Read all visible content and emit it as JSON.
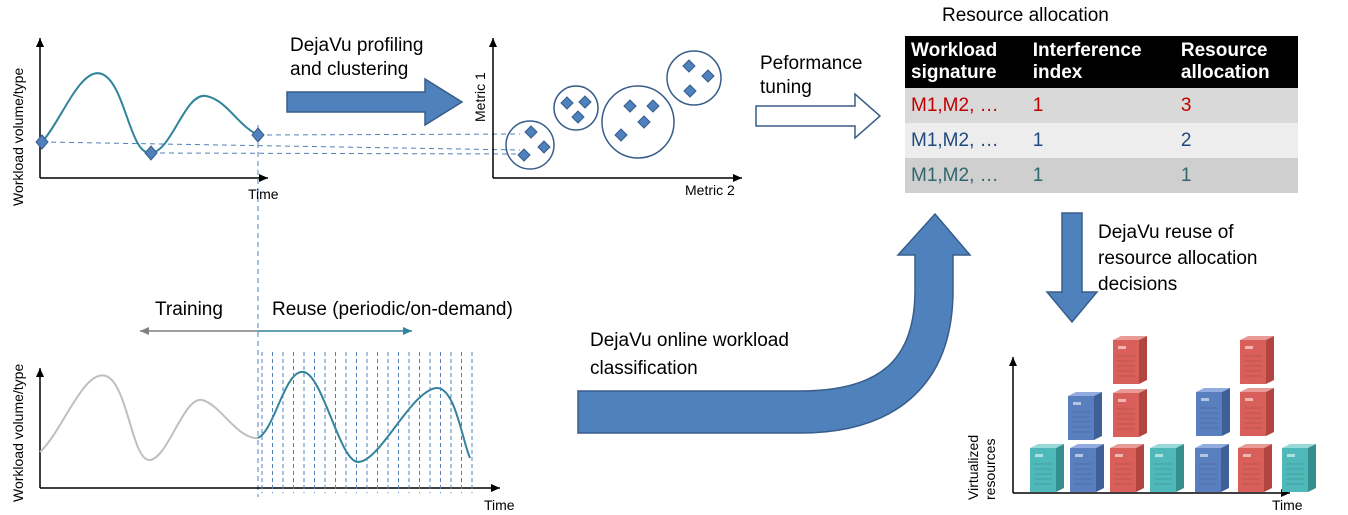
{
  "texts": {
    "profiling": [
      "DejaVu profiling",
      "and clustering"
    ],
    "tuning": [
      "Peformance",
      "tuning"
    ],
    "alloc_title": "Resource allocation",
    "reuse_decisions": [
      "DejaVu reuse of",
      "resource allocation",
      "decisions"
    ],
    "online_classification": [
      "DejaVu online workload",
      "classification"
    ],
    "training": "Training",
    "reuse": "Reuse (periodic/on-demand)",
    "ylabel_top": "Workload  volume/type",
    "ylabel_bottom": "Workload  volume/type",
    "time_top": "Time",
    "time_bottom": "Time",
    "time_resources": "Time",
    "metric1": "Metric 1",
    "metric2": "Metric 2",
    "virtualized": [
      "Virtualized",
      "resources"
    ]
  },
  "table": {
    "headers": [
      [
        "Workload",
        "signature"
      ],
      [
        "Interference",
        "index"
      ],
      [
        "Resource",
        "allocation"
      ]
    ],
    "rows": [
      [
        "M1,M2, …",
        "1",
        "3"
      ],
      [
        "M1,M2, …",
        "1",
        "2"
      ],
      [
        "M1,M2, …",
        "1",
        "1"
      ]
    ],
    "row_colors": [
      "#c00000",
      "#1f497d",
      "#31666e"
    ]
  },
  "colors": {
    "curve": "#31849b",
    "arrow_fill": "#4f81bd",
    "arrow_stroke": "#385d8a",
    "diamond": "#4f81bd",
    "dashed": "#4f81bd",
    "training_arrow": "#808080",
    "reuse_arrow": "#31849b",
    "server_red": "#d9605a",
    "server_blue": "#5a7fbf",
    "server_cyan": "#4fb8b8"
  },
  "icons": {
    "server": "server-icon",
    "diamond": "diamond-marker-icon"
  }
}
